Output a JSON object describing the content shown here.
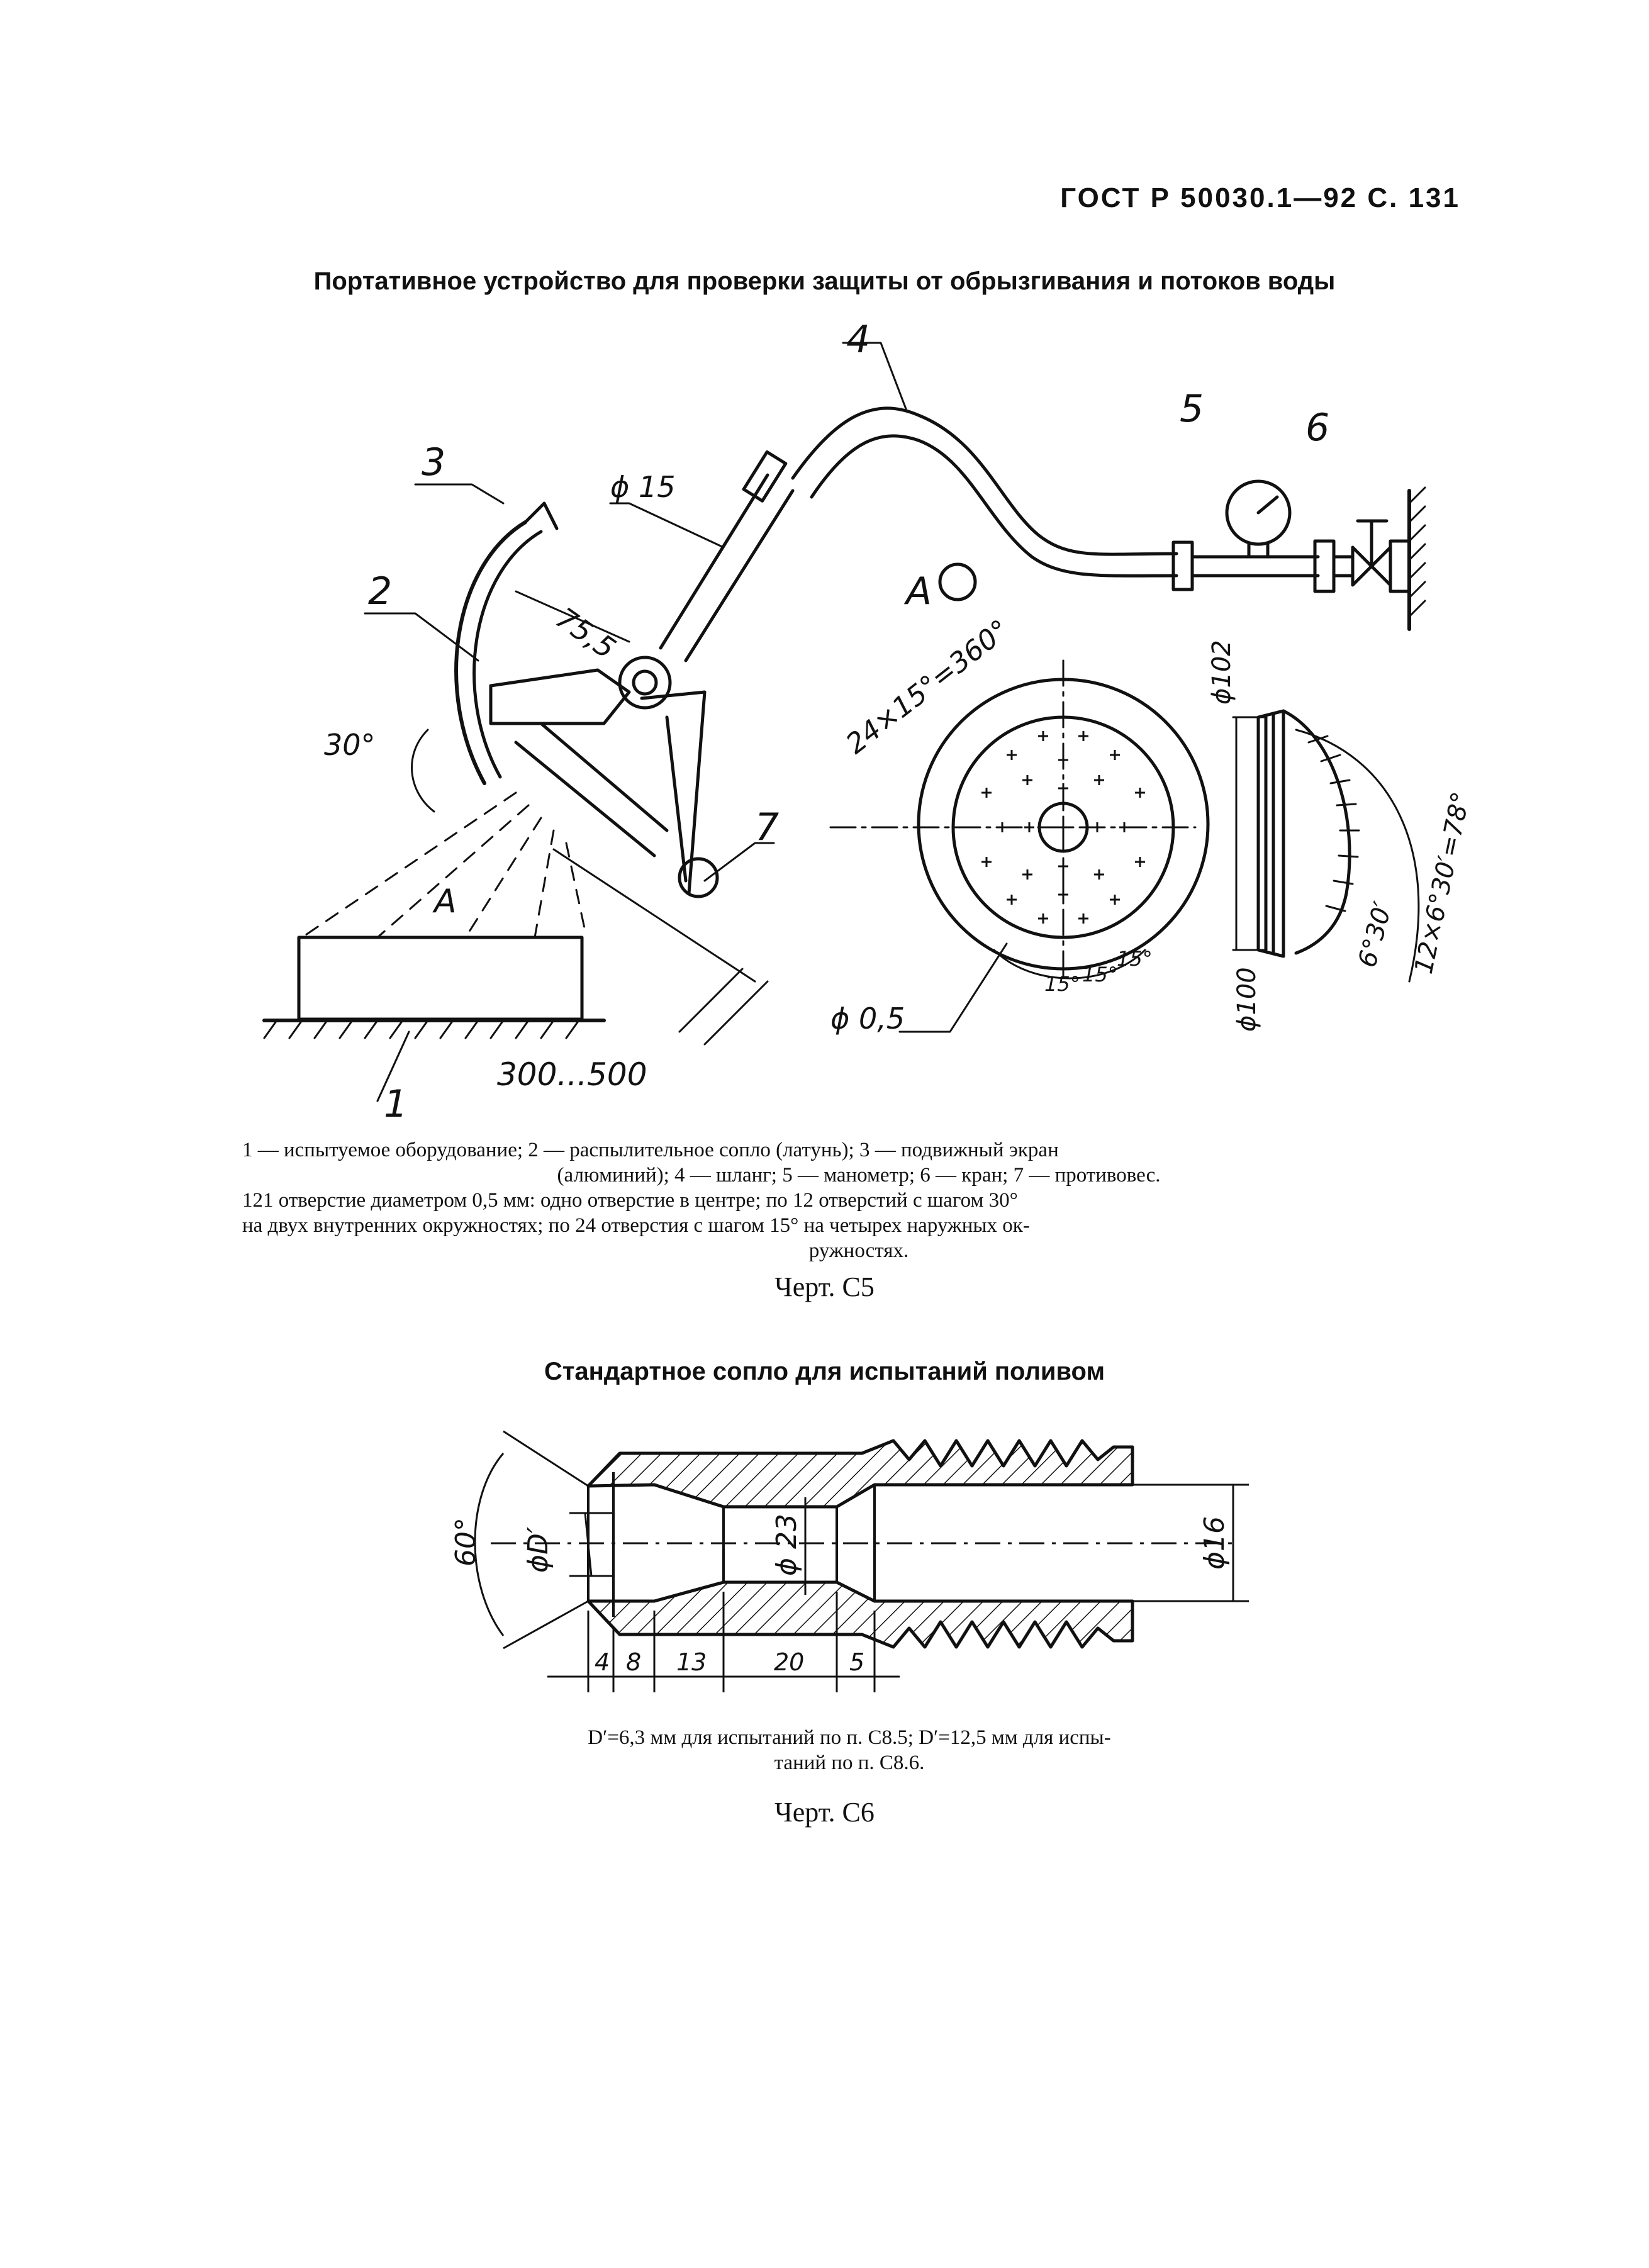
{
  "header": {
    "text": "ГОСТ  Р  50030.1—92  С.  131"
  },
  "figure1": {
    "title": "Портативное устройство для проверки защиты от обрызгивания и потоков воды",
    "labels": {
      "n1": "1",
      "n2": "2",
      "n3": "3",
      "n4": "4",
      "n5": "5",
      "n6": "6",
      "n7": "7",
      "phi15": "ϕ 15",
      "dim75": "75,5",
      "angle30": "30°",
      "range": "300...500",
      "arrowA": "A",
      "viewA": "A",
      "angle360": "24×15°=360°",
      "phi05": "ϕ 0,5",
      "deg15a": "15°",
      "deg15b": "15°",
      "deg15c": "15°",
      "phi102": "ϕ102",
      "phi100": "ϕ100",
      "angle630": "6°30′",
      "angle78": "12×6°30′=78°"
    },
    "legend": {
      "line1": "1 — испытуемое оборудование; 2 — распылительное сопло (латунь); 3 — подвижный экран",
      "line2": "(алюминий); 4 — шланг; 5 — манометр; 6 — кран; 7 — противовес.",
      "line3": "121 отверстие диаметром 0,5 мм: одно отверстие в центре; по 12 отверстий с шагом 30°",
      "line4": "на двух внутренних окружностях; по 24 отверстия с шагом 15° на четырех наружных ок-",
      "line5": "ружностях."
    },
    "caption": "Черт. С5"
  },
  "figure2": {
    "title": "Стандартное сопло для испытаний поливом",
    "labels": {
      "angle60": "60°",
      "phiD": "ϕD′",
      "phi23": "ϕ 23",
      "phi16": "ϕ16",
      "d4": "4",
      "d8": "8",
      "d13": "13",
      "d20": "20",
      "d5": "5"
    },
    "formula": {
      "line1": "D′=6,3 мм для испытаний по п. С8.5; D′=12,5 мм для испы-",
      "line2": "таний по п. С8.6."
    },
    "caption": "Черт. С6"
  }
}
